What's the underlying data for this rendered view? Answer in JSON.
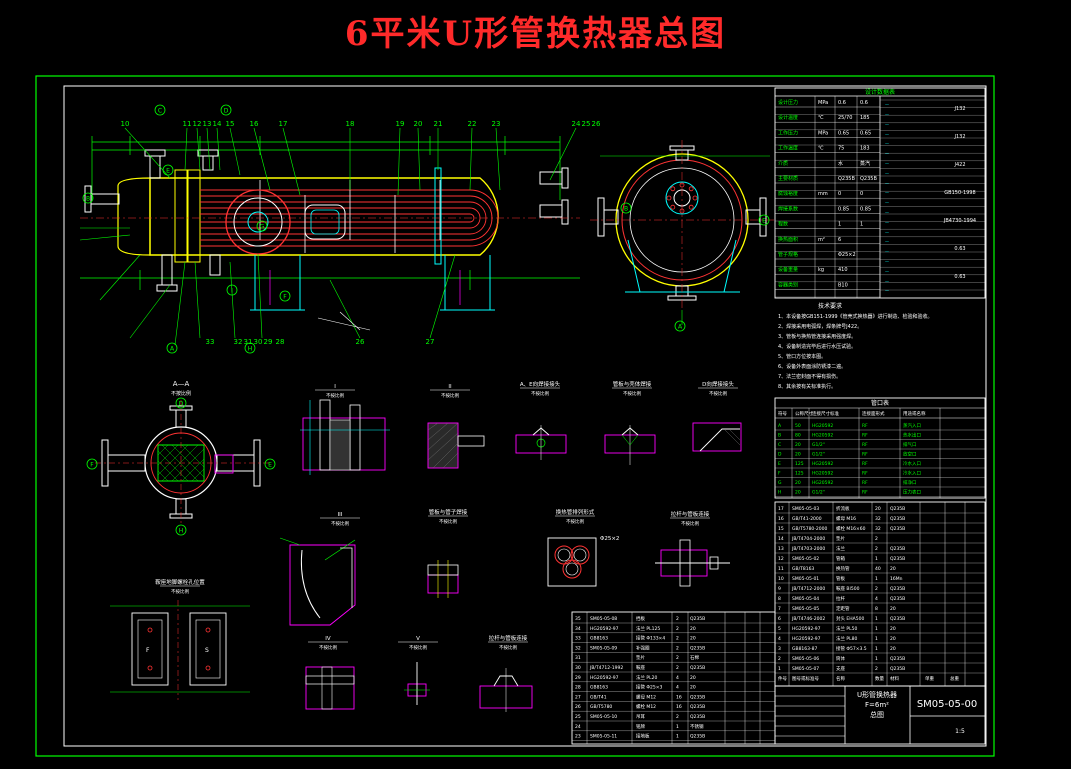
{
  "title": "6平米U形管换热器总图",
  "colors": {
    "background": "#000000",
    "frame": "#00ff00",
    "border_white": "#ffffff",
    "title_red": "#ff2a2a",
    "shell_yellow": "#ffff00",
    "tube_red": "#ff3333",
    "magenta": "#ff00ff",
    "cyan": "#00ffff",
    "green": "#00ff00",
    "white": "#ffffff"
  },
  "top_view": {
    "callouts": [
      "10",
      "11",
      "12",
      "13",
      "14",
      "15",
      "16",
      "17",
      "18",
      "19",
      "20",
      "21",
      "22",
      "23",
      "24",
      "25",
      "26"
    ],
    "bottom_callouts": [
      "26",
      "27",
      "33",
      "32",
      "31",
      "30",
      "29",
      "28"
    ],
    "nozzle_letters": [
      "C",
      "D",
      "E",
      "A",
      "B",
      "F",
      "G",
      "H",
      "I"
    ],
    "section_mark": "A-A"
  },
  "side_view": {
    "nozzle_letters": [
      "B",
      "E",
      "A"
    ]
  },
  "design_table": {
    "header": "设计数据表",
    "rows": [
      {
        "label": "设计压力",
        "unit": "MPa",
        "a": "0.6",
        "b": "0.6"
      },
      {
        "label": "设计温度",
        "unit": "℃",
        "a": "25/70",
        "b": "185"
      },
      {
        "label": "工作压力",
        "unit": "MPa",
        "a": "0.65",
        "b": "0.65"
      },
      {
        "label": "工作温度",
        "unit": "℃",
        "a": "75",
        "b": "183"
      },
      {
        "label": "介质",
        "unit": "",
        "a": "水",
        "b": "蒸汽"
      },
      {
        "label": "主要材质",
        "unit": "",
        "a": "Q235B",
        "b": "Q235B"
      },
      {
        "label": "腐蚀裕度",
        "unit": "mm",
        "a": "0",
        "b": "0"
      },
      {
        "label": "焊接系数",
        "unit": "",
        "a": "0.85",
        "b": "0.85"
      },
      {
        "label": "程数",
        "unit": "",
        "a": "1",
        "b": "1"
      },
      {
        "label": "换热面积",
        "unit": "m²",
        "a": "6",
        "b": ""
      },
      {
        "label": "管子规格",
        "unit": "",
        "a": "Φ25×2",
        "b": ""
      },
      {
        "label": "设备重量",
        "unit": "kg",
        "a": "410",
        "b": ""
      },
      {
        "label": "容器类别",
        "unit": "",
        "a": "B10",
        "b": ""
      }
    ],
    "right_rows": [
      "J132",
      "J132",
      "J422",
      "GB150-1998",
      "JB4730-1994",
      "0.63",
      "0.63"
    ]
  },
  "tech_req": {
    "header": "技术要求",
    "lines": [
      "1、本设备按GB151-1999《管壳式换热器》进行制造、检验和验收。",
      "2、焊接采用电弧焊，焊条牌号J422。",
      "3、管板与换热管连接采用强度焊。",
      "4、设备制造完毕后进行水压试验。",
      "5、管口方位按本图。",
      "6、设备外表面涂防锈漆二遍。",
      "7、法兰密封面不得有损伤。",
      "8、其余按有关标准执行。"
    ]
  },
  "nozzle_table": {
    "header": "管口表",
    "cols": [
      "符号",
      "公称尺寸",
      "连接尺寸标准",
      "连接面形式",
      "用途或名称"
    ],
    "rows": [
      [
        "A",
        "50",
        "HG20592",
        "RF",
        "蒸汽入口"
      ],
      [
        "B",
        "80",
        "HG20592",
        "RF",
        "热水出口"
      ],
      [
        "C",
        "20",
        "G1/2\"",
        "RF",
        "排气口"
      ],
      [
        "D",
        "20",
        "G1/2\"",
        "RF",
        "放空口"
      ],
      [
        "E",
        "125",
        "HG20592",
        "RF",
        "冷水入口"
      ],
      [
        "F",
        "125",
        "HG20592",
        "RF",
        "冷水入口"
      ],
      [
        "G",
        "20",
        "HG20592",
        "RF",
        "排净口"
      ],
      [
        "H",
        "20",
        "G1/2\"",
        "RF",
        "压力表口"
      ]
    ]
  },
  "parts_table_right": {
    "rows": [
      [
        "17",
        "SM05-05-03",
        "折流板",
        "20",
        "Q235B",
        "",
        ""
      ],
      [
        "16",
        "GB/T41-2000",
        "螺母 M16",
        "32",
        "Q235B",
        "",
        ""
      ],
      [
        "15",
        "GB/T5780-2000",
        "螺栓 M16×60",
        "32",
        "Q235B",
        "",
        ""
      ],
      [
        "14",
        "JB/T4704-2000",
        "垫片",
        "2",
        "",
        "",
        ""
      ],
      [
        "13",
        "JB/T4703-2000",
        "法兰",
        "2",
        "Q235B",
        "",
        ""
      ],
      [
        "12",
        "SM05-05-02",
        "管箱",
        "1",
        "Q235B",
        "",
        ""
      ],
      [
        "11",
        "GB/T8163",
        "换热管",
        "40",
        "20",
        "",
        ""
      ],
      [
        "10",
        "SM05-05-01",
        "管板",
        "1",
        "16Mn",
        "",
        ""
      ],
      [
        "9",
        "JB/T4712-2000",
        "鞍座 BI500",
        "2",
        "Q235B",
        "",
        ""
      ],
      [
        "8",
        "SM05-05-04",
        "拉杆",
        "4",
        "Q235B",
        "",
        ""
      ],
      [
        "7",
        "SM05-05-05",
        "定距管",
        "8",
        "20",
        "",
        ""
      ],
      [
        "6",
        "JB/T4746-2002",
        "封头 EHA500",
        "1",
        "Q235B",
        "",
        ""
      ],
      [
        "5",
        "HG20592-97",
        "法兰 PL50",
        "1",
        "20",
        "",
        ""
      ],
      [
        "4",
        "HG20592-97",
        "法兰 PL80",
        "1",
        "20",
        "",
        ""
      ],
      [
        "3",
        "GB8163-87",
        "接管 Φ57×3.5",
        "1",
        "20",
        "",
        ""
      ],
      [
        "2",
        "SM05-05-06",
        "筒体",
        "1",
        "Q235B",
        "",
        ""
      ],
      [
        "1",
        "SM05-05-07",
        "支座",
        "2",
        "Q235B",
        "",
        ""
      ]
    ],
    "header_row": [
      "件号",
      "图号或标准号",
      "名称",
      "数量",
      "材料",
      "单重",
      "总重"
    ]
  },
  "parts_table_left": {
    "rows": [
      [
        "35",
        "SM05-05-08",
        "挡板",
        "2",
        "Q235B"
      ],
      [
        "34",
        "HG20592-97",
        "法兰 PL125",
        "2",
        "20"
      ],
      [
        "33",
        "GB8163",
        "接管 Φ133×4",
        "2",
        "20"
      ],
      [
        "32",
        "SM05-05-09",
        "补强圈",
        "2",
        "Q235B"
      ],
      [
        "31",
        "",
        "垫片",
        "2",
        "石棉"
      ],
      [
        "30",
        "JB/T4712-1992",
        "鞍座",
        "2",
        "Q235B"
      ],
      [
        "29",
        "HG20592-97",
        "法兰 PL20",
        "4",
        "20"
      ],
      [
        "28",
        "GB8163",
        "接管 Φ25×3",
        "4",
        "20"
      ],
      [
        "27",
        "GB/T41",
        "螺母 M12",
        "16",
        "Q235B"
      ],
      [
        "26",
        "GB/T5780",
        "螺栓 M12",
        "16",
        "Q235B"
      ],
      [
        "25",
        "SM05-05-10",
        "吊耳",
        "2",
        "Q235B"
      ],
      [
        "24",
        "",
        "铭牌",
        "1",
        "不锈钢"
      ],
      [
        "23",
        "SM05-05-11",
        "接地板",
        "1",
        "Q235B"
      ]
    ]
  },
  "title_block": {
    "name_lines": [
      "U形管换热器",
      "F=6m²",
      "总图"
    ],
    "drawing_no": "SM05-05-00",
    "scale": "1:5"
  },
  "details": [
    {
      "id": "I",
      "label": "I",
      "sub": "不按比例"
    },
    {
      "id": "II",
      "label": "II",
      "sub": "不按比例"
    },
    {
      "id": "A",
      "label": "A、E向焊接接头",
      "sub": "不按比例"
    },
    {
      "id": "B",
      "label": "管板与壳体焊接",
      "sub": "不按比例"
    },
    {
      "id": "D",
      "label": "D向焊接接头",
      "sub": "不按比例"
    },
    {
      "id": "III",
      "label": "III",
      "sub": "不按比例"
    },
    {
      "id": "IV",
      "label": "管板与管子焊接",
      "sub": "不按比例"
    },
    {
      "id": "V",
      "label": "换热管排列形式",
      "sub": "不按比例"
    },
    {
      "id": "VI",
      "label": "拉杆与管板连接",
      "sub": "不按比例"
    },
    {
      "id": "VII",
      "label": "IV",
      "sub": "不按比例"
    },
    {
      "id": "VIII",
      "label": "V",
      "sub": "不按比例"
    },
    {
      "id": "IX",
      "label": "拉杆与管板连接",
      "sub": "不按比例"
    },
    {
      "id": "X",
      "label": "鞍座地脚螺栓孔位置",
      "sub": "不按比例"
    }
  ],
  "section_AA": {
    "label": "A—A",
    "sub": "不按比例",
    "letters": [
      "D",
      "F",
      "E",
      "H"
    ]
  },
  "tube_pitch": "Φ25×2"
}
